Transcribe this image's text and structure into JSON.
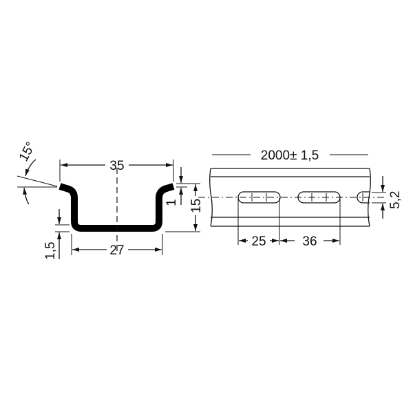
{
  "profile_view": {
    "angle_label": "15°",
    "top_width_label": "35",
    "bottom_width_label": "27",
    "thickness_label": "1,5",
    "flange_thickness_label": "1",
    "height_label": "15"
  },
  "side_view": {
    "length_label": "2000± 1,5",
    "slot_length_label": "25",
    "slot_pitch_label": "36",
    "slot_width_label": "5,2"
  },
  "colors": {
    "line": "#111111",
    "background": "#ffffff"
  }
}
